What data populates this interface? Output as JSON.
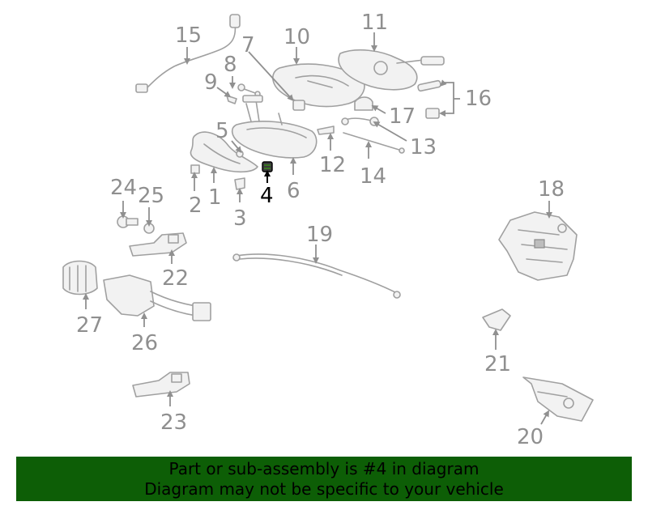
{
  "diagram": {
    "highlight": "4",
    "highlight_color": "#000000",
    "callout_color": "#8f8f8f",
    "callouts": [
      "1",
      "2",
      "3",
      "4",
      "5",
      "6",
      "7",
      "8",
      "9",
      "10",
      "11",
      "12",
      "13",
      "14",
      "15",
      "16",
      "17",
      "18",
      "19",
      "20",
      "21",
      "22",
      "23",
      "24",
      "25",
      "26",
      "27"
    ]
  },
  "banner": {
    "line1": "Part or sub-assembly is #4 in diagram",
    "line2": "Diagram may not be specific to your vehicle",
    "background": "#0d5e06"
  }
}
